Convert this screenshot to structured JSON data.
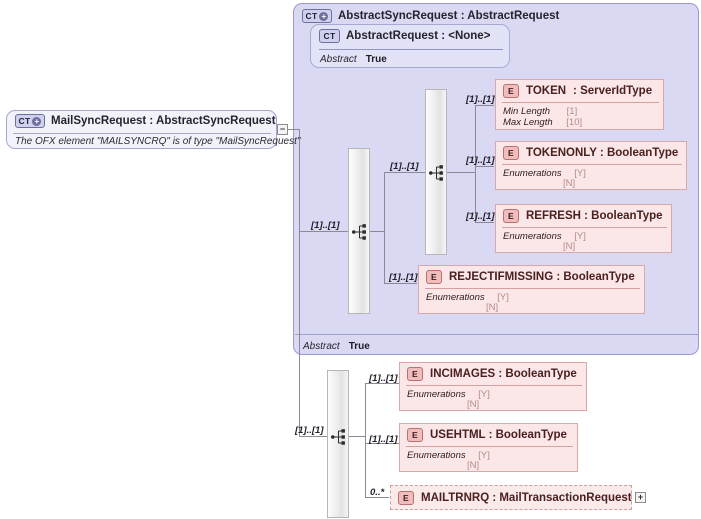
{
  "diagram": {
    "kind": "xsd-schema-diagram",
    "root": {
      "badge": "CT",
      "badge_plus": "+",
      "title": "MailSyncRequest : AbstractSyncRequest",
      "annotation": "The OFX element \"MAILSYNCRQ\" is of type \"MailSyncRequest\"",
      "toggle": "−"
    },
    "groups": [
      {
        "id": "abstract-sync-request",
        "badge": "CT",
        "badge_plus": "+",
        "title": "AbstractSyncRequest : AbstractRequest",
        "footer_key": "Abstract",
        "footer_val": "True"
      },
      {
        "id": "abstract-request",
        "badge": "CT",
        "title": "AbstractRequest : <None>",
        "prop_key": "Abstract",
        "prop_val": "True"
      }
    ],
    "elements": [
      {
        "id": "token",
        "badge": "E",
        "name": "TOKEN",
        "type": ": ServerIdType",
        "cardinality": "[1]..[1]",
        "facets": [
          {
            "key": "Min Length",
            "val": "[1]"
          },
          {
            "key": "Max Length",
            "val": "[10]"
          }
        ]
      },
      {
        "id": "tokenonly",
        "badge": "E",
        "name": "TOKENONLY : BooleanType",
        "type": "",
        "cardinality": "[1]..[1]",
        "facets": [
          {
            "key": "Enumerations",
            "val": "[Y]"
          },
          {
            "key": "",
            "val": "[N]"
          }
        ]
      },
      {
        "id": "refresh",
        "badge": "E",
        "name": "REFRESH : BooleanType",
        "type": "",
        "cardinality": "[1]..[1]",
        "facets": [
          {
            "key": "Enumerations",
            "val": "[Y]"
          },
          {
            "key": "",
            "val": "[N]"
          }
        ]
      },
      {
        "id": "rejectifmissing",
        "badge": "E",
        "name": "REJECTIFMISSING : BooleanType",
        "type": "",
        "cardinality": "[1]..[1]",
        "facets": [
          {
            "key": "Enumerations",
            "val": "[Y]"
          },
          {
            "key": "",
            "val": "[N]"
          }
        ]
      },
      {
        "id": "incimages",
        "badge": "E",
        "name": "INCIMAGES : BooleanType",
        "type": "",
        "cardinality": "[1]..[1]",
        "facets": [
          {
            "key": "Enumerations",
            "val": "[Y]"
          },
          {
            "key": "",
            "val": "[N]"
          }
        ]
      },
      {
        "id": "usehtml",
        "badge": "E",
        "name": "USEHTML : BooleanType",
        "type": "",
        "cardinality": "[1]..[1]",
        "facets": [
          {
            "key": "Enumerations",
            "val": "[Y]"
          },
          {
            "key": "",
            "val": "[N]"
          }
        ]
      },
      {
        "id": "mailtrnrq",
        "badge": "E",
        "name": "MAILTRNRQ : MailTransactionRequest",
        "type": "",
        "cardinality": "0..*",
        "toggle": "+",
        "facets": []
      }
    ],
    "compositors": [
      {
        "id": "sequence-inner",
        "kind": "sequence",
        "cardinality": "[1]..[1]"
      },
      {
        "id": "sequence-middle",
        "kind": "sequence",
        "cardinality": "[1]..[1]"
      },
      {
        "id": "sequence-outer",
        "kind": "sequence",
        "cardinality": "[1]..[1]"
      }
    ],
    "colors": {
      "group_fill": "#d9d9f3",
      "group_inner_fill": "#e3e3f7",
      "element_fill": "#fbe7e7",
      "element_border": "#d9a8a8",
      "line": "#8a8a96"
    }
  }
}
